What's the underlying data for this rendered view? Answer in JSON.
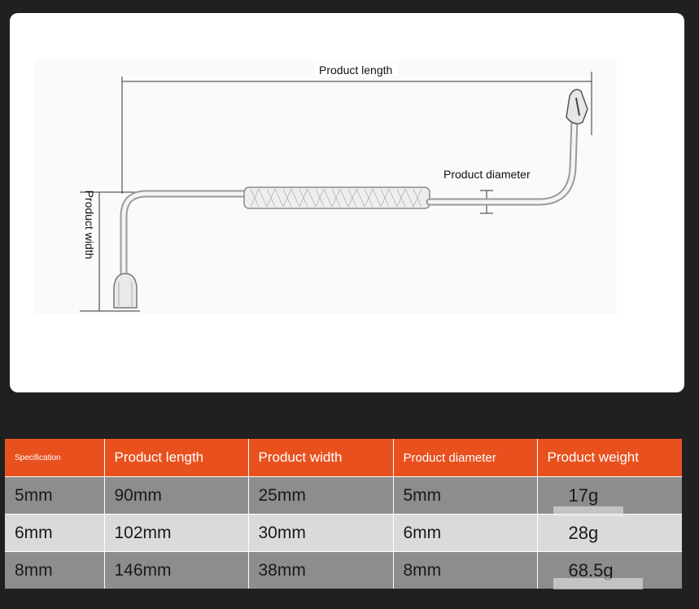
{
  "diagram": {
    "label_length": "Product length",
    "label_diameter": "Product diameter",
    "label_width": "Product width",
    "product_icon": "l-shaped-socket-wrench-icon"
  },
  "table": {
    "headers": {
      "spec": "Specification",
      "length": "Product length",
      "width": "Product width",
      "diameter": "Product diameter",
      "weight": "Product weight"
    },
    "rows": [
      {
        "spec": "5mm",
        "length": "90mm",
        "width": "25mm",
        "diameter": "5mm",
        "weight": "17g"
      },
      {
        "spec": "6mm",
        "length": "102mm",
        "width": "30mm",
        "diameter": "6mm",
        "weight": "28g"
      },
      {
        "spec": "8mm",
        "length": "146mm",
        "width": "38mm",
        "diameter": "8mm",
        "weight": "68.5g"
      }
    ]
  },
  "colors": {
    "page_background": "#202020",
    "header_orange": "#e8511e",
    "row_dark": "#8d8d8d",
    "row_light": "#dadada"
  }
}
